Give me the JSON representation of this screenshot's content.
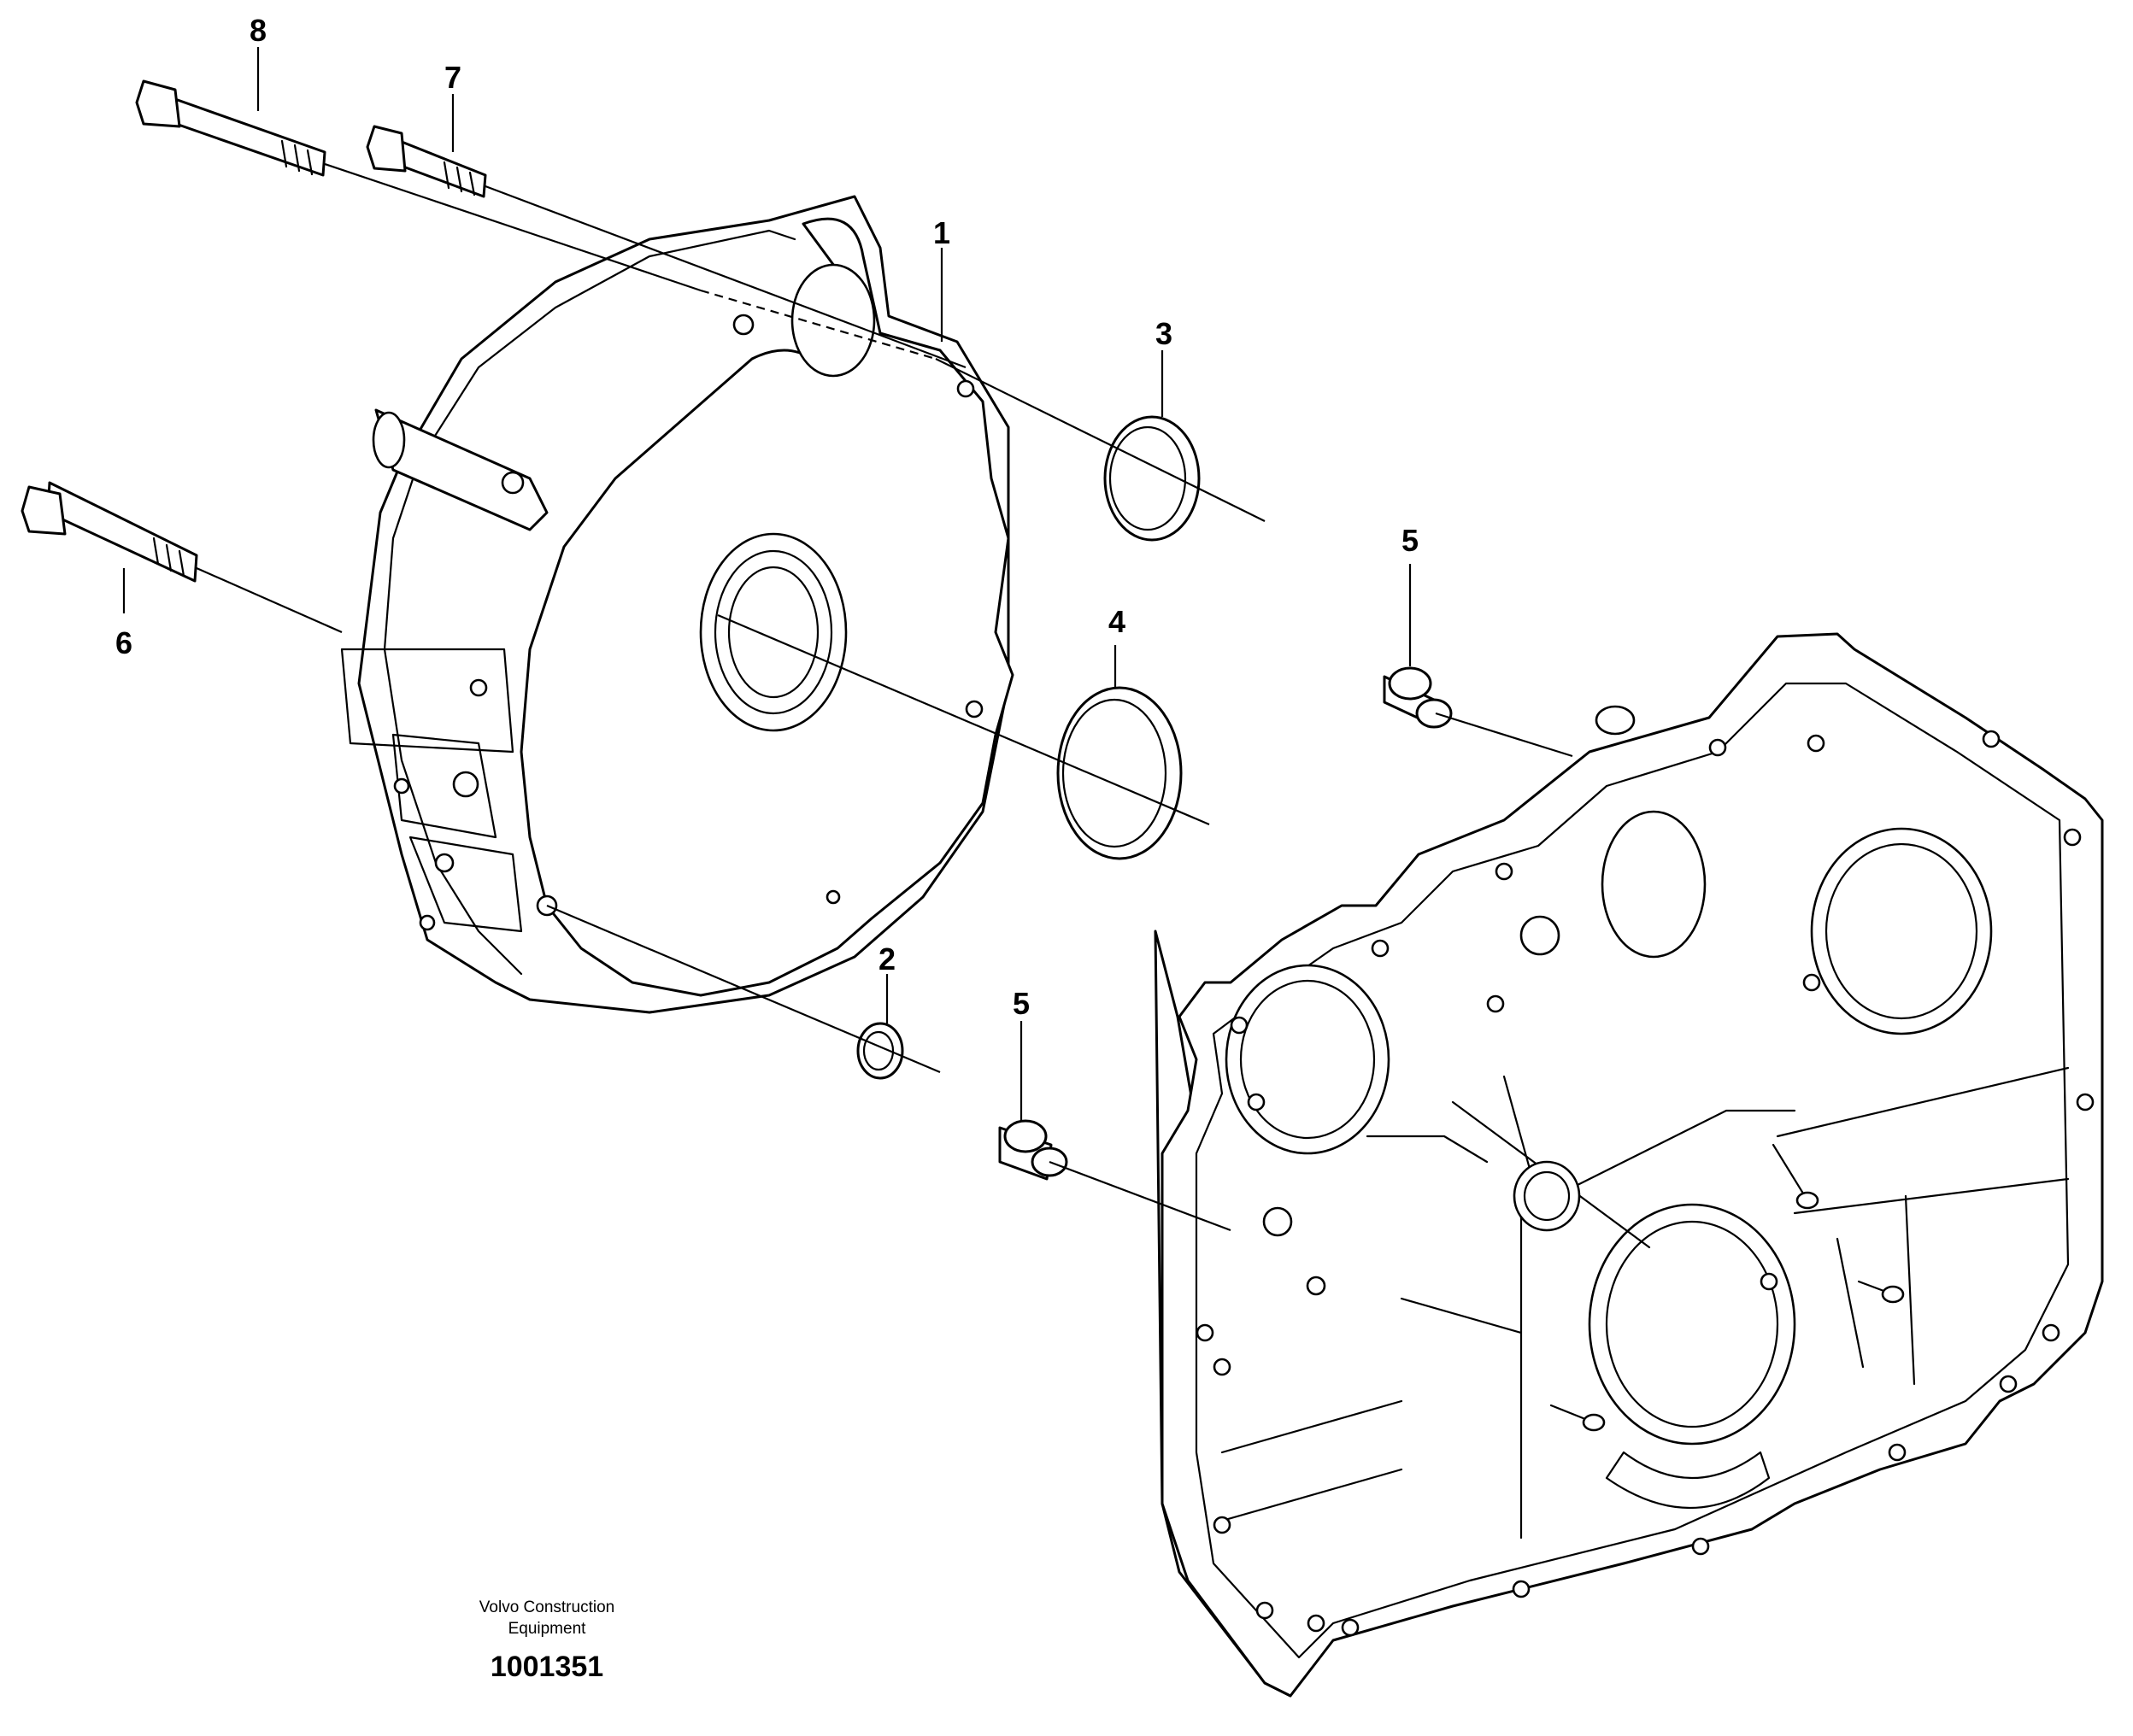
{
  "callouts": {
    "c1": "1",
    "c2": "2",
    "c3": "3",
    "c4": "4",
    "c5a": "5",
    "c5b": "5",
    "c6": "6",
    "c7": "7",
    "c8": "8"
  },
  "footer": {
    "brand_line1": "Volvo Construction",
    "brand_line2": "Equipment",
    "doc_number": "1001351"
  }
}
